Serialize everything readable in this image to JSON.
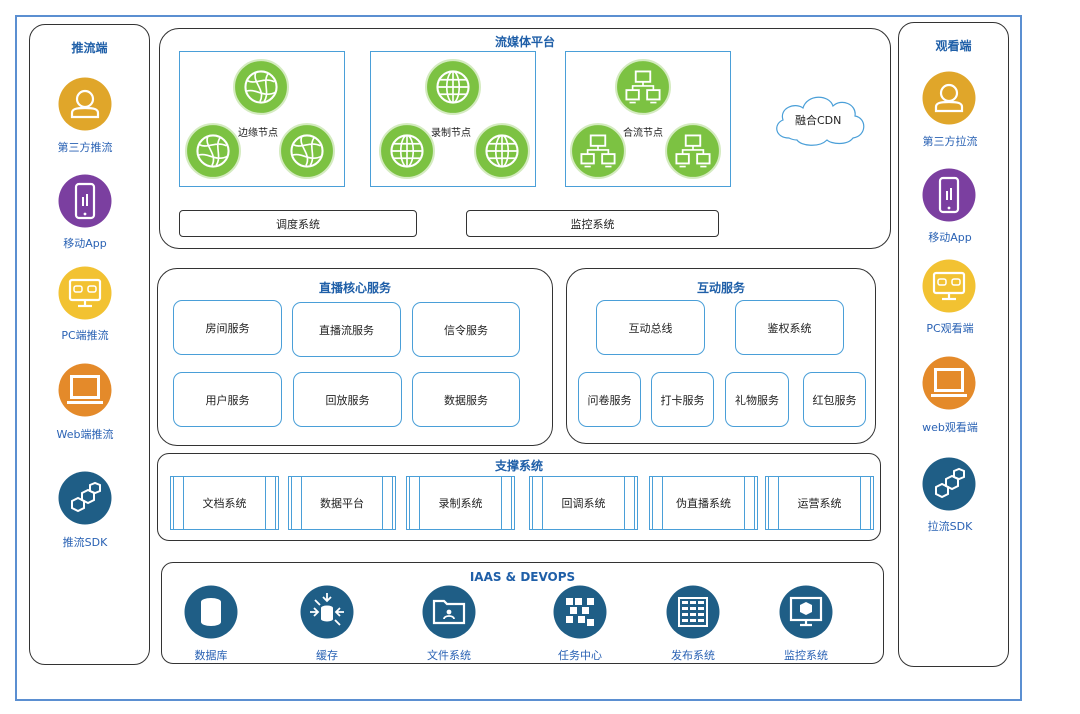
{
  "left_panel": {
    "title": "推流端",
    "items": [
      {
        "label": "第三方推流",
        "icon": "person-icon",
        "color": "#e0a62a"
      },
      {
        "label": "移动App",
        "icon": "mobile-phone-icon",
        "color": "#7b3fa0"
      },
      {
        "label": "PC端推流",
        "icon": "pc-monitor-icon",
        "color": "#f2c232"
      },
      {
        "label": "Web端推流",
        "icon": "laptop-icon",
        "color": "#e48a2a"
      },
      {
        "label": "推流SDK",
        "icon": "sdk-cubes-icon",
        "color": "#1f5e86"
      }
    ]
  },
  "right_panel": {
    "title": "观看端",
    "items": [
      {
        "label": "第三方拉流",
        "icon": "person-icon",
        "color": "#e0a62a"
      },
      {
        "label": "移动App",
        "icon": "mobile-phone-icon",
        "color": "#7b3fa0"
      },
      {
        "label": "PC观看端",
        "icon": "pc-monitor-icon",
        "color": "#f2c232"
      },
      {
        "label": "web观看端",
        "icon": "laptop-icon",
        "color": "#e48a2a"
      },
      {
        "label": "拉流SDK",
        "icon": "sdk-cubes-icon",
        "color": "#1f5e86"
      }
    ]
  },
  "media_platform": {
    "title": "流媒体平台",
    "nodes": [
      {
        "label": "边缘节点",
        "icon": "edge-globe-icon"
      },
      {
        "label": "录制节点",
        "icon": "grid-globe-icon"
      },
      {
        "label": "合流节点",
        "icon": "network-computers-icon"
      }
    ],
    "cdn_label": "融合CDN",
    "bottom": [
      "调度系统",
      "监控系统"
    ]
  },
  "core_services": {
    "title": "直播核心服务",
    "items": [
      "房间服务",
      "直播流服务",
      "信令服务",
      "用户服务",
      "回放服务",
      "数据服务"
    ]
  },
  "interactive_services": {
    "title": "互动服务",
    "top": [
      "互动总线",
      "鉴权系统"
    ],
    "bottom": [
      "问卷服务",
      "打卡服务",
      "礼物服务",
      "红包服务"
    ]
  },
  "support_systems": {
    "title": "支撑系统",
    "items": [
      "文档系统",
      "数据平台",
      "录制系统",
      "回调系统",
      "伪直播系统",
      "运营系统"
    ]
  },
  "iaas": {
    "title": "IAAS & DEVOPS",
    "color": "#1f5e86",
    "items": [
      {
        "label": "数据库",
        "icon": "database-icon"
      },
      {
        "label": "缓存",
        "icon": "cache-icon"
      },
      {
        "label": "文件系统",
        "icon": "folder-icon"
      },
      {
        "label": "任务中心",
        "icon": "task-grid-icon"
      },
      {
        "label": "发布系统",
        "icon": "release-grid-icon"
      },
      {
        "label": "监控系统",
        "icon": "monitor-icon"
      }
    ]
  }
}
